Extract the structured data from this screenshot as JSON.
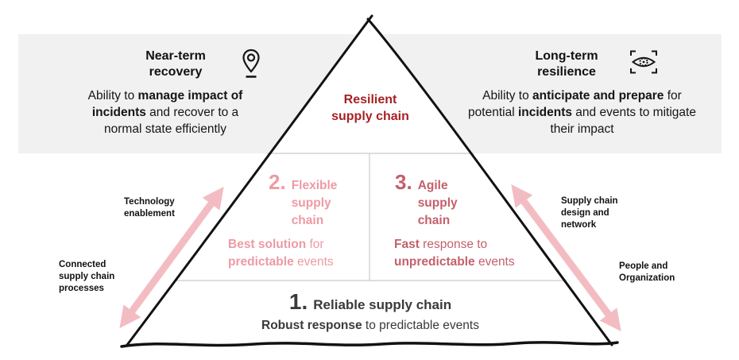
{
  "colors": {
    "band_bg": "#f1f1f1",
    "ink": "#111111",
    "dark_red": "#a82025",
    "pink": "#ee9aa4",
    "rose": "#c4606a",
    "gray_text": "#3a3a3a",
    "arrow_pink": "#f3bcc3",
    "divider": "#cbcbcb"
  },
  "headers": {
    "left": {
      "title": "Near-term\nrecovery",
      "icon": "location-pin-icon",
      "body": {
        "r1": "Ability to ",
        "b1": "manage impact of incidents",
        "r2": " and recover to a normal state efficiently"
      }
    },
    "right": {
      "title": "Long-term\nresilience",
      "icon": "eye-scan-icon",
      "body": {
        "r1": "Ability to ",
        "b1": "anticipate and prepare",
        "r2": " for potential ",
        "b2": "incidents",
        "r3": " and events to mitigate their impact"
      }
    }
  },
  "pyramid": {
    "apex_label": "Resilient\nsupply chain",
    "levels": {
      "flexible": {
        "number": "2.",
        "name": "Flexible\nsupply\nchain",
        "desc": {
          "b1": "Best solution",
          "r1": " for ",
          "b2": "predictable",
          "r2": " events"
        }
      },
      "agile": {
        "number": "3.",
        "name": "Agile\nsupply\nchain",
        "desc": {
          "b1": "Fast",
          "r1": " response to ",
          "b2": "unpredictable",
          "r2": " events"
        }
      },
      "reliable": {
        "number": "1.",
        "name": "Reliable supply chain",
        "desc": {
          "b1": "Robust response",
          "r1": " to predictable events"
        }
      }
    }
  },
  "side_labels": {
    "left_top": "Technology\nenablement",
    "left_bottom": "Connected\nsupply chain\nprocesses",
    "right_top": "Supply chain\ndesign and\nnetwork",
    "right_bottom": "People and\nOrganization"
  }
}
